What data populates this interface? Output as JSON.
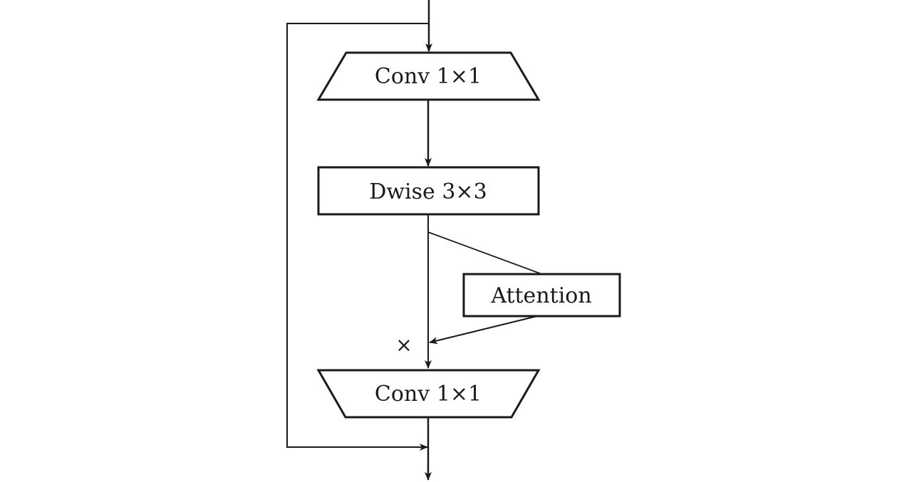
{
  "nodes": {
    "conv_expand": {
      "label": "Conv 1×1"
    },
    "dwise": {
      "label": "Dwise 3×3"
    },
    "attention": {
      "label": "Attention"
    },
    "conv_project": {
      "label": "Conv 1×1"
    }
  },
  "operators": {
    "multiply": "×"
  },
  "colors": {
    "stroke": "#1a1a1a",
    "background": "#ffffff"
  }
}
